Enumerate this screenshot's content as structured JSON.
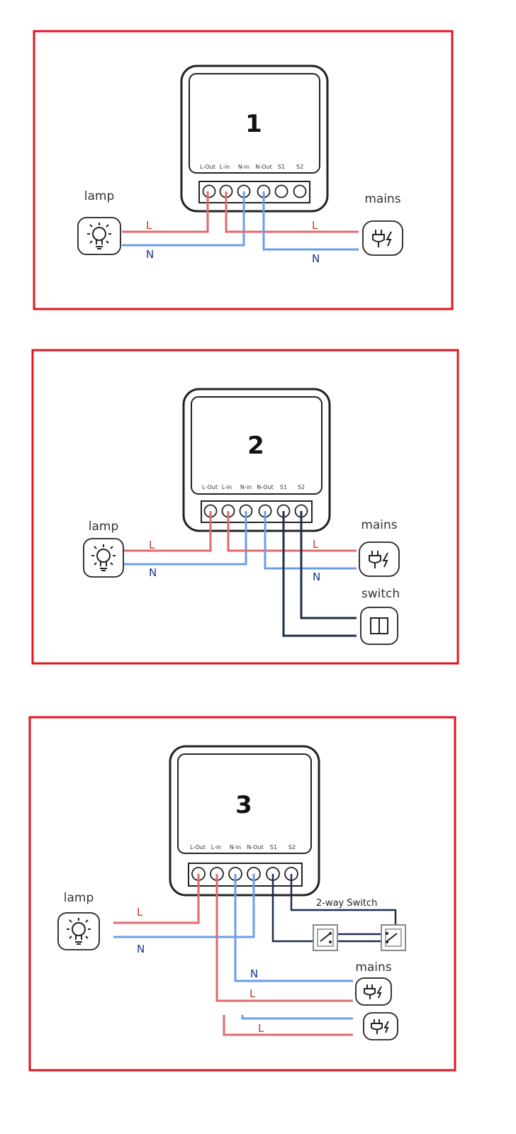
{
  "panels": [
    {
      "number": "1",
      "terminals": [
        "L-Out",
        "L-in",
        "N-in",
        "N-Out",
        "S1",
        "S2"
      ],
      "lamp_label": "lamp",
      "mains_label": "mains",
      "wire_labels": {
        "lamp_l": "L",
        "lamp_n": "N",
        "mains_l": "L",
        "mains_n": "N"
      }
    },
    {
      "number": "2",
      "terminals": [
        "L-Out",
        "L-in",
        "N-in",
        "N-Out",
        "S1",
        "S2"
      ],
      "lamp_label": "lamp",
      "mains_label": "mains",
      "switch_label": "switch",
      "wire_labels": {
        "lamp_l": "L",
        "lamp_n": "N",
        "mains_l": "L",
        "mains_n": "N"
      }
    },
    {
      "number": "3",
      "terminals": [
        "L-Out",
        "L-in",
        "N-in",
        "N-Out",
        "S1",
        "S2"
      ],
      "lamp_label": "lamp",
      "mains_label": "mains",
      "two_way_label": "2-way Switch",
      "wire_labels": {
        "lamp_l": "L",
        "lamp_n": "N",
        "mains_n": "N",
        "mains_l": "L",
        "mains2_l": "L"
      }
    }
  ],
  "colors": {
    "frame": "#e3141f",
    "live": "#e26a6a",
    "neutral": "#6a9fe6",
    "switch_wire": "#1f2f4a",
    "device": "#222222"
  },
  "icons": [
    "lightbulb-icon",
    "plug-icon",
    "switch-icon",
    "two-way-switch-icon"
  ]
}
